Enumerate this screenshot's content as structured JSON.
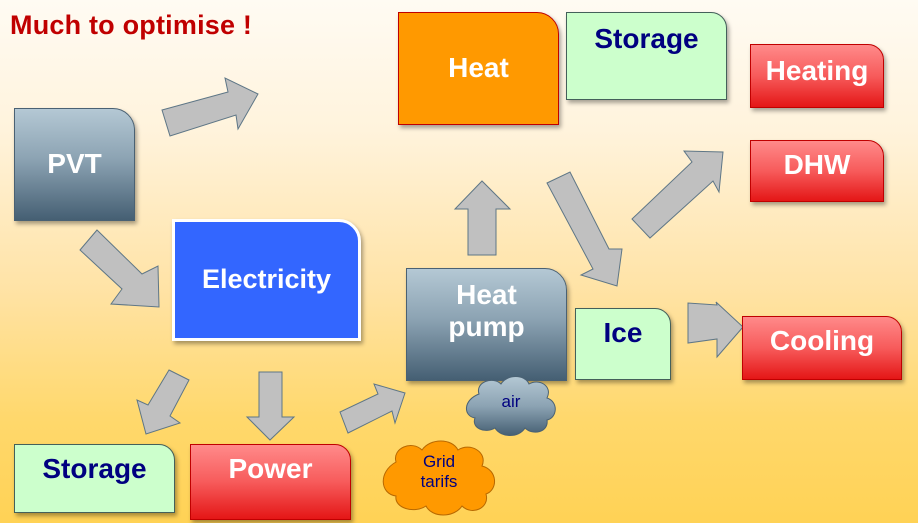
{
  "title": "Much to optimise !",
  "colors": {
    "title": "#c00000",
    "pvt_box": "#8ca3b3",
    "electricity_box": "#3366ff",
    "heat_box": "#ff9900",
    "storage_box": "#ccffcc",
    "output_box": "#f75b5b",
    "arrow_fill": "#c0c0c0",
    "label_dark": "#000080"
  },
  "nodes": {
    "pvt": "PVT",
    "electricity": "Electricity",
    "heat": "Heat",
    "heat_storage": "Storage",
    "heating": "Heating",
    "dhw": "DHW",
    "heat_pump_line1": "Heat",
    "heat_pump_line2": "pump",
    "ice": "Ice",
    "cooling": "Cooling",
    "elec_storage": "Storage",
    "power": "Power"
  },
  "clouds": {
    "air": "air",
    "grid_line1": "Grid",
    "grid_line2": "tarifs"
  },
  "arrows": [
    {
      "name": "arrow-pvt-to-heat",
      "from": "PVT",
      "to": "Heat"
    },
    {
      "name": "arrow-pvt-to-electricity",
      "from": "PVT",
      "to": "Electricity"
    },
    {
      "name": "arrow-electricity-to-storage",
      "from": "Electricity",
      "to": "Storage"
    },
    {
      "name": "arrow-electricity-to-power",
      "from": "Electricity",
      "to": "Power"
    },
    {
      "name": "arrow-power-to-heat-pump",
      "from": "Power",
      "to": "Heat pump"
    },
    {
      "name": "arrow-heat-pump-to-heat",
      "from": "Heat pump",
      "to": "Heat"
    },
    {
      "name": "arrow-heat-to-ice",
      "from": "Heat",
      "to": "Ice"
    },
    {
      "name": "arrow-to-dhw",
      "from": "Heat",
      "to": "DHW"
    },
    {
      "name": "arrow-ice-to-cooling",
      "from": "Ice",
      "to": "Cooling"
    }
  ]
}
